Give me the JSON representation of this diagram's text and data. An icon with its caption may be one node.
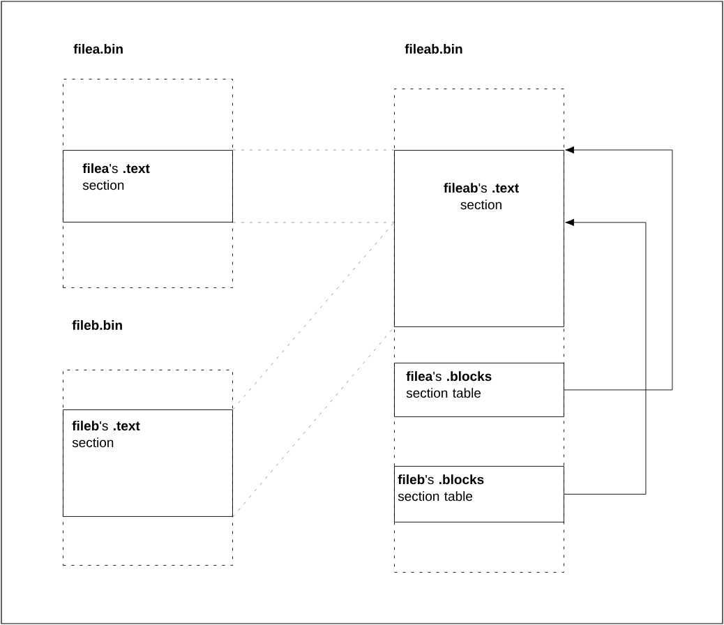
{
  "diagram": {
    "nodes": [
      {
        "text": [
          "filea.bin"
        ]
      },
      {
        "text": [
          "**filea**'s **.text** section"
        ],
        "in": 0
      },
      {
        "text": [
          "fileb.bin"
        ]
      },
      {
        "text": [
          "**fileb**'s **.text** section"
        ],
        "in": 2
      },
      {
        "text": [
          "fileab.bin"
        ]
      },
      {
        "text": [
          "**fileab**'s **.text** section"
        ],
        "in": 4
      },
      {
        "text": [
          "**filea**'s **.blocks** section table"
        ],
        "in": 4
      },
      {
        "text": [
          "**fileb**'s **.blocks** section table"
        ],
        "in": 4
      }
    ],
    "edges": [
      {
        "from": 1,
        "to": 5,
        "arrow": "none",
        "style": "dashed"
      },
      {
        "from": 1,
        "to": 5,
        "arrow": "none",
        "style": "dashed"
      },
      {
        "from": 3,
        "to": 5,
        "arrow": "none",
        "style": "dashed"
      },
      {
        "from": 3,
        "to": 5,
        "arrow": "none",
        "style": "dashed"
      },
      {
        "from": 6,
        "to": 5,
        "arrow": "to"
      },
      {
        "from": 7,
        "to": 5,
        "arrow": "to"
      }
    ]
  }
}
